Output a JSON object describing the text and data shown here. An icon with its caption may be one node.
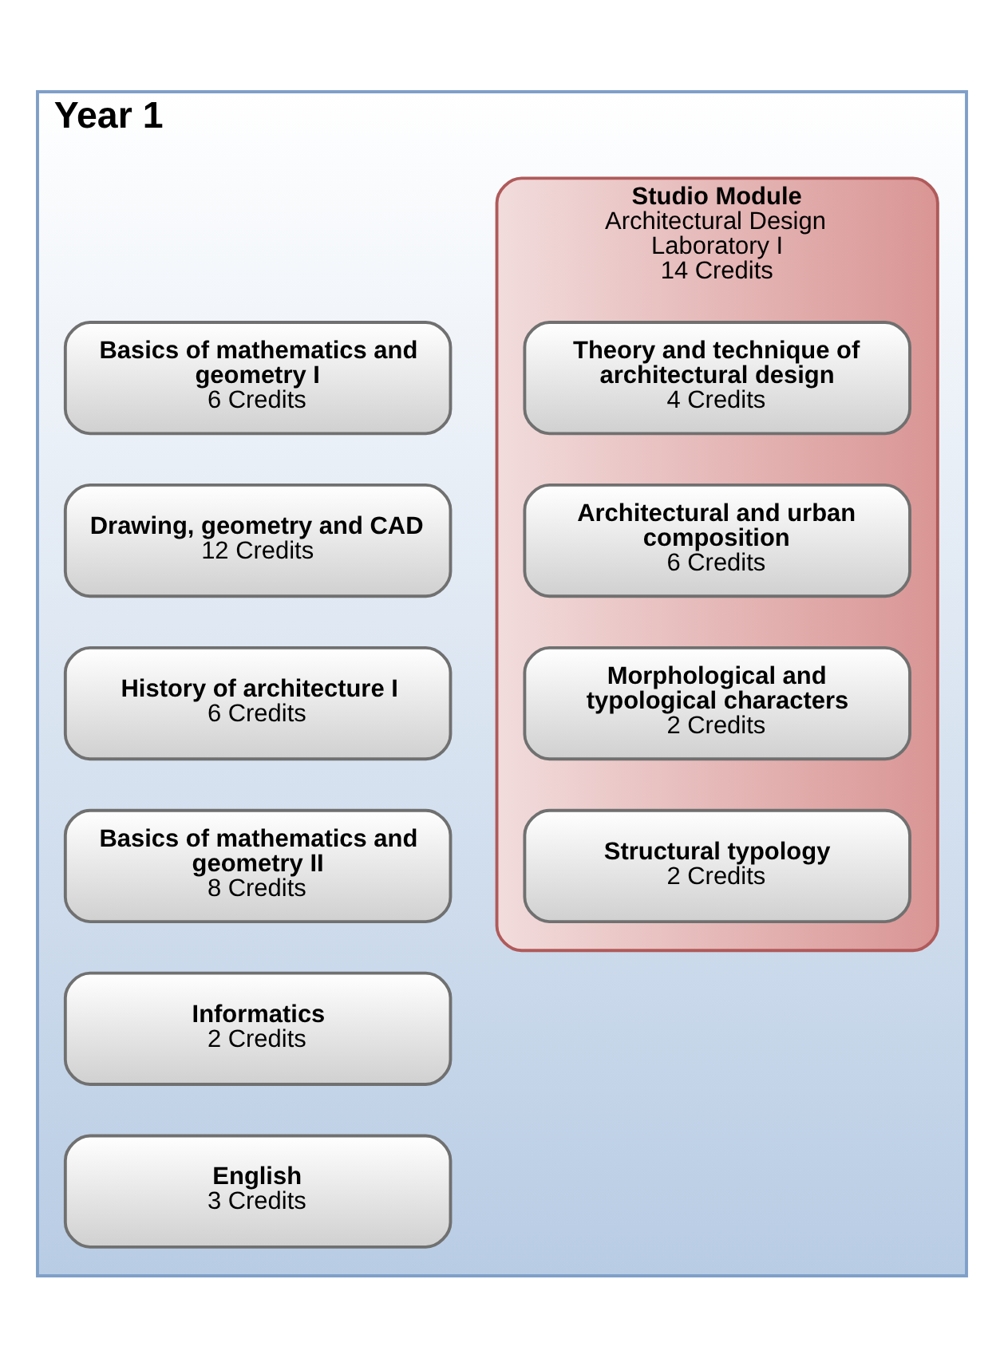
{
  "diagram": {
    "nodes": [
      {
        "text": [
          "Year 1"
        ]
      },
      {
        "text": [
          "Basics of mathematics and geometry I",
          "6 Credits"
        ],
        "in": 0
      },
      {
        "text": [
          "Drawing, geometry and CAD",
          "12 Credits"
        ],
        "in": 0
      },
      {
        "text": [
          "History of architecture I",
          "6 Credits"
        ],
        "in": 0
      },
      {
        "text": [
          "Basics of mathematics and geometry II",
          "8 Credits"
        ],
        "in": 0
      },
      {
        "text": [
          "Informatics",
          "2 Credits"
        ],
        "in": 0
      },
      {
        "text": [
          "English",
          "3 Credits"
        ],
        "in": 0
      },
      {
        "text": [
          "Studio Module",
          "Architectural Design Laboratory I",
          "14 Credits"
        ],
        "in": 0
      },
      {
        "text": [
          "Theory and technique of architectural design",
          "4 Credits"
        ],
        "in": 7
      },
      {
        "text": [
          "Architectural and urban composition",
          "6 Credits"
        ],
        "in": 7
      },
      {
        "text": [
          "Morphological and typological characters",
          "2 Credits"
        ],
        "in": 7
      },
      {
        "text": [
          "Structural typology",
          "2 Credits"
        ],
        "in": 7
      }
    ]
  }
}
